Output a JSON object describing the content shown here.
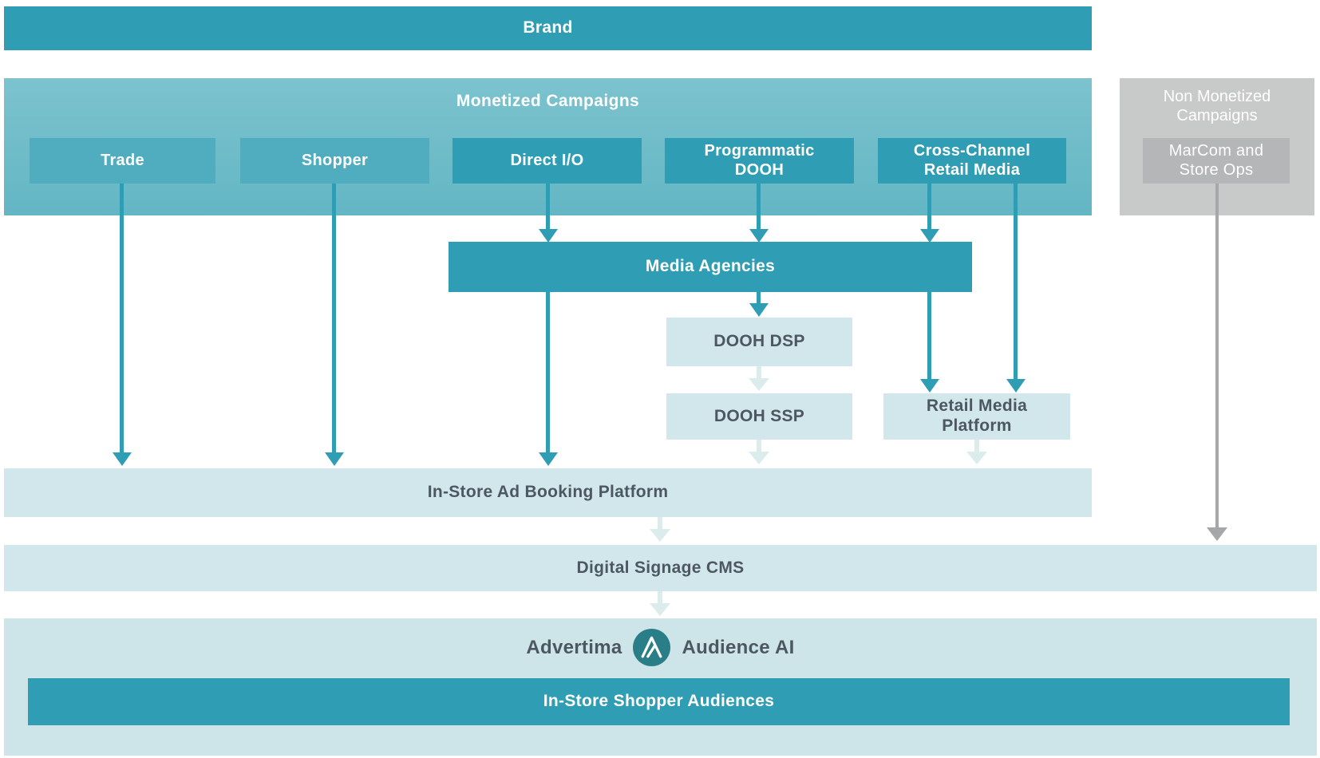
{
  "colors": {
    "teal-dark": "#2f9db4",
    "teal-mid": "#4fadbf",
    "teal-cont-top": "#7cc3ce",
    "teal-cont-bot": "#63b6c4",
    "light-box": "#d2e7ec",
    "light-panel": "#cde5e9",
    "light-arrow": "#dcebec",
    "gray-cont": "#c8caca",
    "gray-box": "#b4b6b7",
    "gray-arrow": "#a5a7a9",
    "slate": "#4d5761",
    "logo": "#2a7e88"
  },
  "nodes": {
    "brand": "Brand",
    "monetized": "Monetized Campaigns",
    "trade": "Trade",
    "shopper": "Shopper",
    "direct_io": "Direct I/O",
    "prog_dooh": "Programmatic DOOH",
    "cross_channel": "Cross-Channel Retail Media",
    "non_monetized": "Non Monetized Campaigns",
    "marcom": "MarCom and Store Ops",
    "media_agencies": "Media Agencies",
    "dooh_dsp": "DOOH DSP",
    "dooh_ssp": "DOOH SSP",
    "retail_media_platform": "Retail Media Platform",
    "booking": "In-Store Ad Booking Platform",
    "cms": "Digital Signage CMS",
    "advertima": "Advertima",
    "audience_ai": "Audience AI",
    "shopper_audiences": "In-Store Shopper Audiences"
  },
  "edges": [
    {
      "from": "Trade",
      "to": "In-Store Ad Booking Platform",
      "style": "teal"
    },
    {
      "from": "Shopper",
      "to": "In-Store Ad Booking Platform",
      "style": "teal"
    },
    {
      "from": "Direct I/O",
      "to": "Media Agencies",
      "style": "teal"
    },
    {
      "from": "Media Agencies",
      "to": "In-Store Ad Booking Platform",
      "style": "teal"
    },
    {
      "from": "Programmatic DOOH",
      "to": "Media Agencies",
      "style": "teal"
    },
    {
      "from": "Media Agencies",
      "to": "DOOH DSP",
      "style": "teal"
    },
    {
      "from": "Cross-Channel Retail Media",
      "to": "Media Agencies",
      "style": "teal"
    },
    {
      "from": "Media Agencies",
      "to": "Retail Media Platform",
      "style": "teal"
    },
    {
      "from": "Cross-Channel Retail Media",
      "to": "Retail Media Platform",
      "style": "teal"
    },
    {
      "from": "MarCom and Store Ops",
      "to": "Digital Signage CMS",
      "style": "gray"
    },
    {
      "from": "DOOH DSP",
      "to": "DOOH SSP",
      "style": "light"
    },
    {
      "from": "DOOH SSP",
      "to": "In-Store Ad Booking Platform",
      "style": "light"
    },
    {
      "from": "Retail Media Platform",
      "to": "In-Store Ad Booking Platform",
      "style": "light"
    },
    {
      "from": "In-Store Ad Booking Platform",
      "to": "Digital Signage CMS",
      "style": "light"
    },
    {
      "from": "Digital Signage CMS",
      "to": "Advertima Audience AI",
      "style": "light"
    }
  ]
}
